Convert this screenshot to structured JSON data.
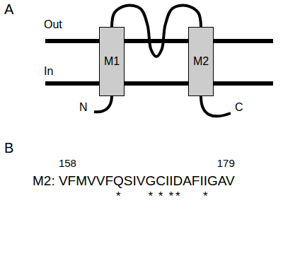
{
  "diagram": {
    "nodes": [
      {
        "text": [
          "M1"
        ]
      },
      {
        "text": [
          "M2"
        ]
      }
    ],
    "edges": [
      {
        "from": 0,
        "to": 1,
        "arrow": "none"
      }
    ],
    "labels": [
      "A",
      "Out",
      "In",
      "N",
      "C",
      "B",
      "158",
      "179",
      "M2: VFMVVFQSIVGCIIDAFIIGAV",
      "*",
      "*",
      "*",
      "*",
      "*",
      "*"
    ]
  }
}
